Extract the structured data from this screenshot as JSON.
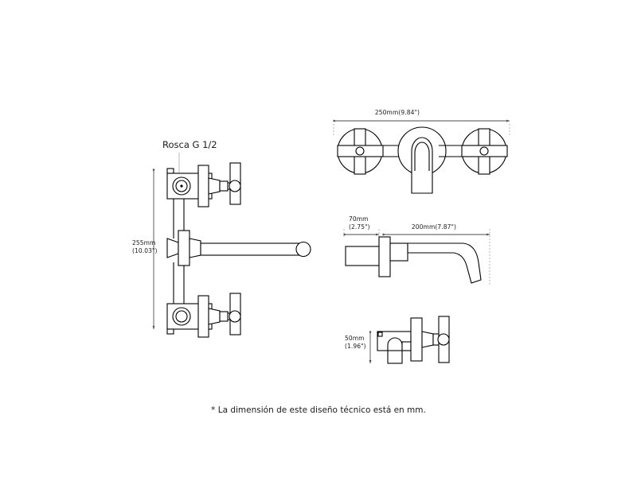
{
  "drawing": {
    "title_label": "Rosca G 1/2",
    "footnote": "* La dimensión de este diseño técnico está en mm.",
    "views": {
      "left_elevation": {
        "name": "vista-lateral-izquierda",
        "dimension_height": {
          "mm": "255mm",
          "inch": "(10.03\")"
        },
        "thread_callout": "Rosca G 1/2"
      },
      "front_elevation": {
        "name": "vista-frontal",
        "dimension_width": "250mm(9.84\")"
      },
      "side_spout": {
        "name": "vista-lateral-cano",
        "dimension_flange": {
          "mm": "70mm",
          "inch": "(2.75\")"
        },
        "dimension_reach": "200mm(7.87\")"
      },
      "valve_detail": {
        "name": "vista-detalle-valvula",
        "dimension_height": {
          "mm": "50mm",
          "inch": "(1.96\")"
        }
      }
    },
    "colors": {
      "background": "#ffffff",
      "outline": "#000000",
      "dimension": "#4d4d4d",
      "extension": "#999999",
      "leader": "#b3b3b3",
      "text": "#1a1a1a"
    }
  }
}
